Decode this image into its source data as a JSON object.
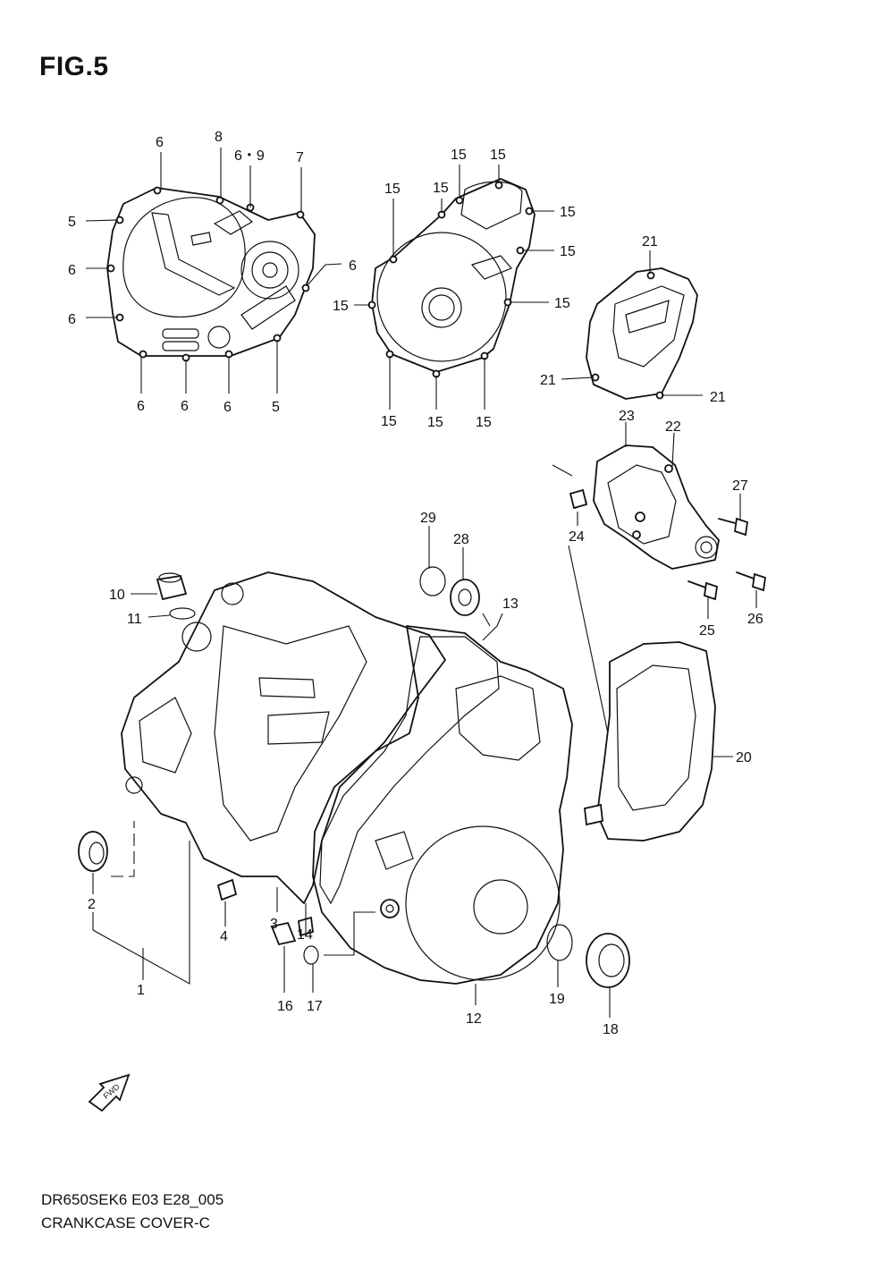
{
  "title": "FIG.5",
  "footer": {
    "code": "DR650SEK6 E03 E28_005",
    "name": "CRANKCASE COVER-C"
  },
  "fwd_label": "FWD",
  "callouts": {
    "c1": "1",
    "c2": "2",
    "c3": "3",
    "c4": "4",
    "c5a": "5",
    "c5b": "5",
    "c6a": "6",
    "c6b": "6",
    "c6c": "6",
    "c6d": "6",
    "c6e": "6",
    "c6f": "6",
    "c6g": "6",
    "c69": "6・9",
    "c7": "7",
    "c8": "8",
    "c10": "10",
    "c11": "11",
    "c12": "12",
    "c13": "13",
    "c14": "14",
    "c15a": "15",
    "c15b": "15",
    "c15c": "15",
    "c15d": "15",
    "c15e": "15",
    "c15f": "15",
    "c15g": "15",
    "c15h": "15",
    "c15i": "15",
    "c15j": "15",
    "c15k": "15",
    "c16": "16",
    "c17": "17",
    "c18": "18",
    "c19": "19",
    "c20": "20",
    "c21a": "21",
    "c21b": "21",
    "c21c": "21",
    "c22": "22",
    "c23": "23",
    "c24": "24",
    "c25": "25",
    "c26": "26",
    "c27": "27",
    "c28": "28",
    "c29": "29"
  }
}
